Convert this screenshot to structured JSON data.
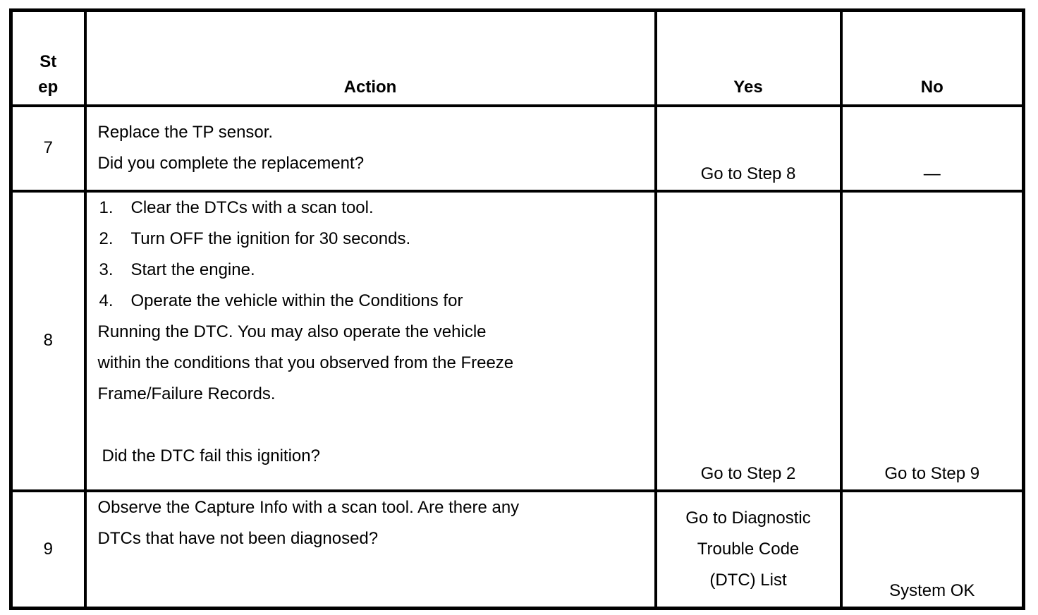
{
  "table": {
    "header": {
      "step_line1": "St",
      "step_line2": "ep",
      "action": "Action",
      "yes": "Yes",
      "no": "No"
    },
    "rows": [
      {
        "step": "7",
        "action_lines": [
          "Replace the TP sensor.",
          "Did you complete the replacement?"
        ],
        "yes": "Go to Step 8",
        "no": "—"
      },
      {
        "step": "8",
        "list_items": [
          {
            "num": "1.",
            "text": "Clear the DTCs with a scan tool."
          },
          {
            "num": "2.",
            "text": "Turn OFF the ignition for 30 seconds."
          },
          {
            "num": "3.",
            "text": "Start the engine."
          },
          {
            "num": "4.",
            "text": "Operate the vehicle within the Conditions for"
          }
        ],
        "para_lines": [
          "Running the DTC. You may also operate the vehicle",
          "within the conditions that you observed from the Freeze",
          "Frame/Failure Records."
        ],
        "question": "Did the DTC fail this ignition?",
        "yes": "Go to Step 2",
        "no": "Go to Step 9"
      },
      {
        "step": "9",
        "action_lines": [
          "Observe the Capture Info with a scan tool. Are there any",
          "DTCs that have not been diagnosed?"
        ],
        "yes_lines": [
          "Go to Diagnostic",
          "Trouble Code",
          "(DTC) List"
        ],
        "no": "System OK"
      }
    ]
  },
  "colors": {
    "border": "#000000",
    "background": "#ffffff",
    "text": "#000000"
  }
}
